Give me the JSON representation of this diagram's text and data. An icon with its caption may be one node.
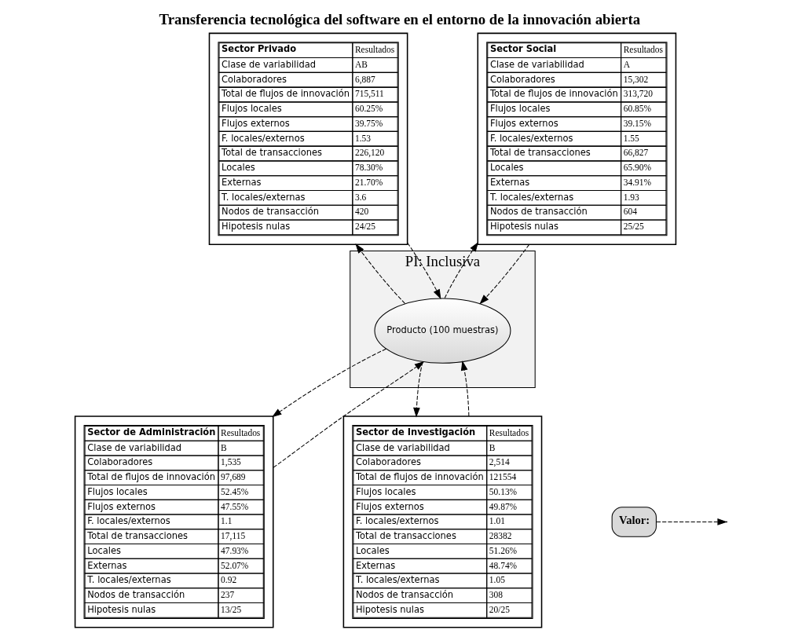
{
  "diagram": {
    "title": "Transferencia tecnológica del software en el entorno de la innovación abierta",
    "nodes": [
      {
        "text": [
          "Sector Privado",
          "Resultados",
          "Clase de variabilidad",
          "AB",
          "Colaboradores",
          "6,887",
          "Total de flujos de innovación",
          "715,511",
          "Flujos locales",
          "60.25%",
          "Flujos externos",
          "39.75%",
          "F. locales/externos",
          "1.53",
          "Total de transacciones",
          "226,120",
          "Locales",
          "78.30%",
          "Externas",
          "21.70%",
          "T. locales/externas",
          "3.6",
          "Nodos de transacción",
          "420",
          "Hipotesis nulas",
          "24/25"
        ]
      },
      {
        "text": [
          "Sector Social",
          "Resultados",
          "Clase de variabilidad",
          "A",
          "Colaboradores",
          "15,302",
          "Total de flujos de innovación",
          "313,720",
          "Flujos locales",
          "60.85%",
          "Flujos externos",
          "39.15%",
          "F. locales/externos",
          "1.55",
          "Total de transacciones",
          "66,827",
          "Locales",
          "65.90%",
          "Externas",
          "34.91%",
          "T. locales/externas",
          "1.93",
          "Nodos de transacción",
          "604",
          "Hipotesis nulas",
          "25/25"
        ]
      },
      {
        "text": [
          "PI: Inclusiva"
        ]
      },
      {
        "text": [
          "Producto (100 muestras)"
        ],
        "in": 2
      },
      {
        "text": [
          "Sector de Administración",
          "Resultados",
          "Clase de variabilidad",
          "B",
          "Colaboradores",
          "1,535",
          "Total de flujos de innovación",
          "97,689",
          "Flujos locales",
          "52.45%",
          "Flujos externos",
          "47.55%",
          "F. locales/externos",
          "1.1",
          "Total de transacciones",
          "17,115",
          "Locales",
          "47.93%",
          "Externas",
          "52.07%",
          "T. locales/externas",
          "0.92",
          "Nodos de transacción",
          "237",
          "Hipotesis nulas",
          "13/25"
        ]
      },
      {
        "text": [
          "Sector de Investigación",
          "Resultados",
          "Clase de variabilidad",
          "B",
          "Colaboradores",
          "2,514",
          "Total de flujos de innovación",
          "121554",
          "Flujos locales",
          "50.13%",
          "Flujos externos",
          "49.87%",
          "F. locales/externos",
          "1.01",
          "Total de transacciones",
          "28382",
          "Locales",
          "51.26%",
          "Externas",
          "48.74%",
          "T. locales/externas",
          "1.05",
          "Nodos de transacción",
          "308",
          "Hipotesis nulas",
          "20/25"
        ]
      }
    ],
    "edges": [
      {
        "from": 3,
        "to": 0,
        "arrow": "to",
        "style": "dashed"
      },
      {
        "from": 1,
        "to": 3,
        "arrow": "to",
        "style": "dashed"
      },
      {
        "from": 0,
        "to": 3,
        "arrow": "to",
        "style": "dashed"
      },
      {
        "from": 3,
        "to": 1,
        "arrow": "to",
        "style": "dashed"
      },
      {
        "from": 3,
        "to": 4,
        "arrow": "to",
        "style": "dashed"
      },
      {
        "from": 5,
        "to": 3,
        "arrow": "to",
        "style": "dashed"
      },
      {
        "from": 4,
        "to": 3,
        "arrow": "to",
        "style": "dashed"
      },
      {
        "from": 3,
        "to": 5,
        "arrow": "to",
        "style": "dashed"
      }
    ],
    "legend": [
      {
        "text": "Valor:"
      }
    ]
  }
}
